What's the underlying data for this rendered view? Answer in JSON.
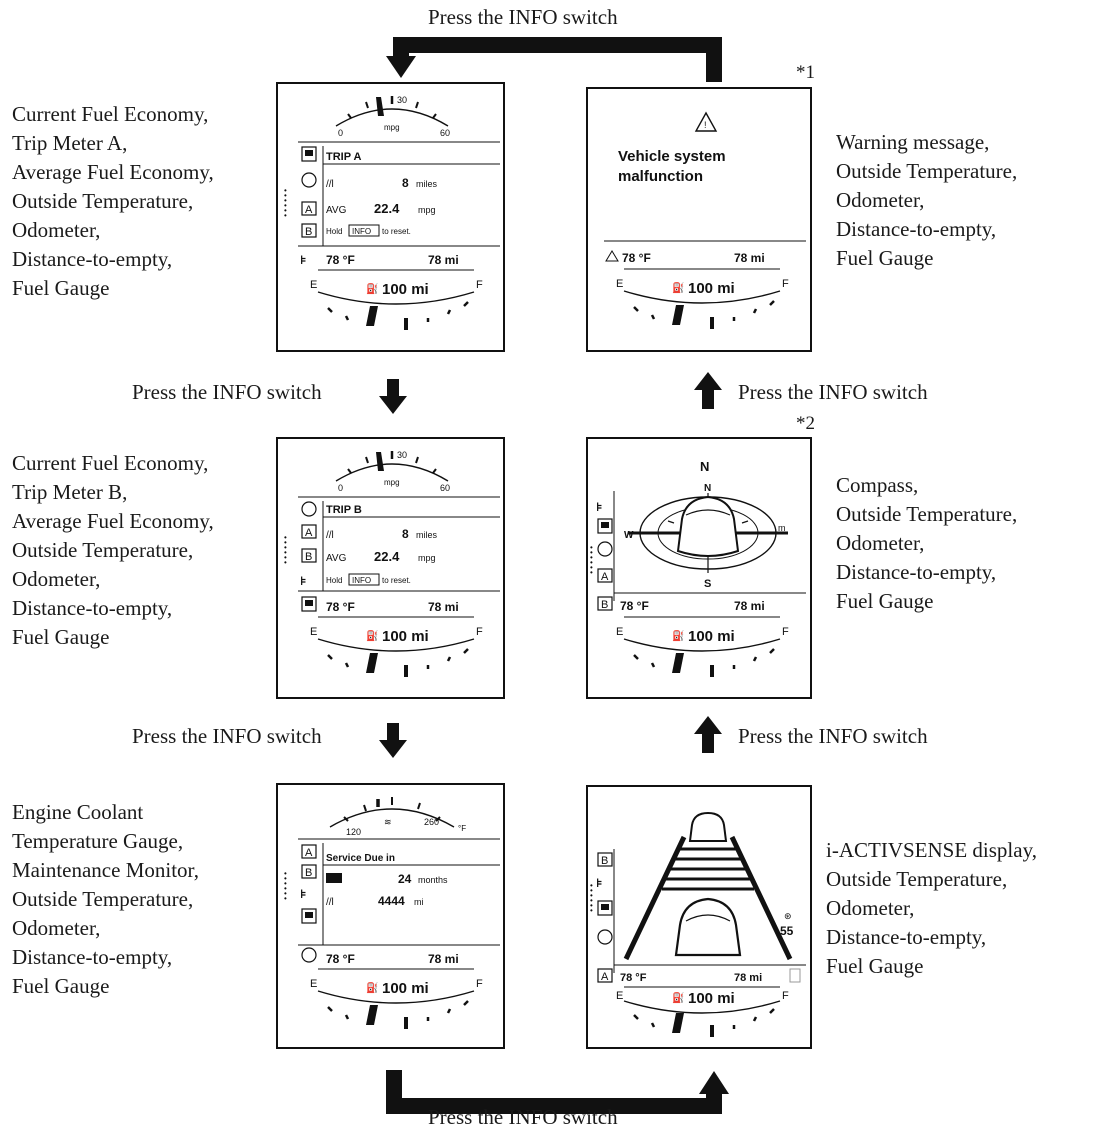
{
  "press_label": "Press the INFO switch",
  "labels": {
    "a": [
      "Current Fuel Economy,",
      "Trip Meter A,",
      "Average Fuel Economy,",
      "Outside Temperature,",
      "Odometer,",
      "Distance-to-empty,",
      "Fuel Gauge"
    ],
    "b": [
      "Current Fuel Economy,",
      "Trip Meter B,",
      "Average Fuel Economy,",
      "Outside Temperature,",
      "Odometer,",
      "Distance-to-empty,",
      "Fuel Gauge"
    ],
    "c": [
      "Engine Coolant",
      "Temperature Gauge,",
      "Maintenance Monitor,",
      "Outside Temperature,",
      "Odometer,",
      "Distance-to-empty,",
      "Fuel Gauge"
    ],
    "d": [
      "i-ACTIVSENSE display,",
      "Outside Temperature,",
      "Odometer,",
      "Distance-to-empty,",
      "Fuel Gauge"
    ],
    "e": [
      "Compass,",
      "Outside Temperature,",
      "Odometer,",
      "Distance-to-empty,",
      "Fuel Gauge"
    ],
    "f": [
      "Warning message,",
      "Outside Temperature,",
      "Odometer,",
      "Distance-to-empty,",
      "Fuel Gauge"
    ]
  },
  "notes": {
    "warning": "*1",
    "compass": "*2"
  },
  "screens": {
    "trip_a": {
      "gauge_min": "0",
      "gauge_mid": "30",
      "gauge_max": "60",
      "gauge_unit": "mpg",
      "title": "TRIP A",
      "trip_value": "8",
      "trip_unit": "miles",
      "avg_label": "AVG",
      "avg_value": "22.4",
      "avg_unit": "mpg",
      "hold_pre": "Hold",
      "hold_key": "INFO",
      "hold_post": "to reset.",
      "temp": "78 °F",
      "odo": "78 mi",
      "dte": "100 mi",
      "e": "E",
      "f": "F",
      "tabs": [
        "A",
        "B"
      ]
    },
    "trip_b": {
      "gauge_min": "0",
      "gauge_mid": "30",
      "gauge_max": "60",
      "gauge_unit": "mpg",
      "title": "TRIP B",
      "trip_value": "8",
      "trip_unit": "miles",
      "avg_label": "AVG",
      "avg_value": "22.4",
      "avg_unit": "mpg",
      "hold_pre": "Hold",
      "hold_key": "INFO",
      "hold_post": "to reset.",
      "temp": "78 °F",
      "odo": "78 mi",
      "dte": "100 mi",
      "e": "E",
      "f": "F",
      "tabs": [
        "A",
        "B"
      ]
    },
    "maintenance": {
      "gauge_min": "120",
      "gauge_max": "260",
      "gauge_unit": "°F",
      "title": "Service Due in",
      "months_value": "24",
      "months_unit": "months",
      "miles_value": "4444",
      "miles_unit": "mi",
      "temp": "78 °F",
      "odo": "78 mi",
      "dte": "100 mi",
      "e": "E",
      "f": "F",
      "tabs": [
        "A",
        "B"
      ]
    },
    "activsense": {
      "speed": "55",
      "temp": "78 °F",
      "odo": "78 mi",
      "dte": "100 mi",
      "e": "E",
      "f": "F",
      "tabs": [
        "B",
        "A"
      ]
    },
    "compass": {
      "n_top": "N",
      "n_inner": "N",
      "s": "S",
      "w": "W",
      "e_dir": "m",
      "temp": "78 °F",
      "odo": "78 mi",
      "dte": "100 mi",
      "e": "E",
      "f": "F",
      "tabs": [
        "A",
        "B"
      ]
    },
    "warning": {
      "line1": "Vehicle system",
      "line2": "malfunction",
      "temp": "78 °F",
      "odo": "78 mi",
      "dte": "100 mi",
      "e": "E",
      "f": "F"
    }
  }
}
